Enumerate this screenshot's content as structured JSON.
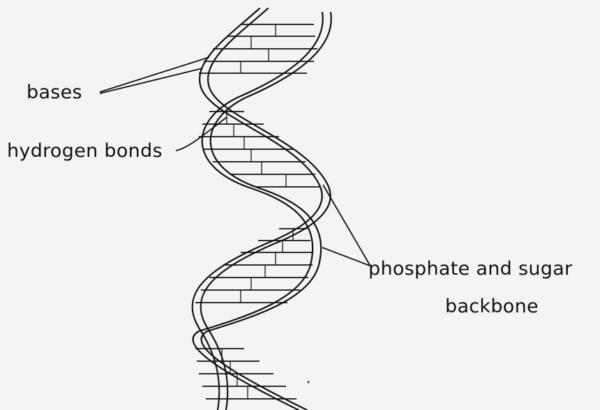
{
  "labels": {
    "bases": "bases",
    "hydrogen_bonds": "hydrogen bonds",
    "backbone_line1": "phosphate and sugar",
    "backbone_line2": "backbone"
  }
}
